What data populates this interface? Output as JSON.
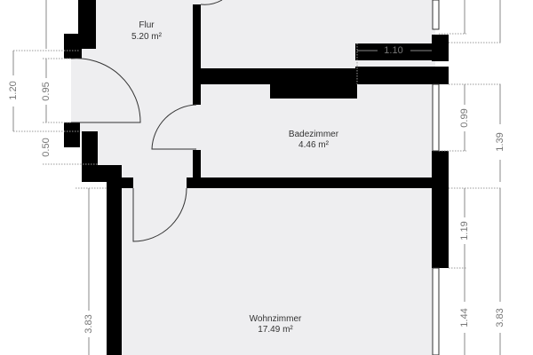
{
  "floorplan": {
    "colors": {
      "floor": "#eeeef0",
      "wall": "#000000",
      "dimension": "#888888"
    },
    "rooms": [
      {
        "name": "Flur",
        "area": "5.20 m²"
      },
      {
        "name": "Badezimmer",
        "area": "4.46 m²"
      },
      {
        "name": "Wohnzimmer",
        "area": "17.49 m²"
      }
    ],
    "dimensions": {
      "left_inner_095": "0.95",
      "left_outer_120": "1.20",
      "left_050": "0.50",
      "left_383": "3.83",
      "top_110": "1.10",
      "right_inner_099": "0.99",
      "right_outer_139": "1.39",
      "right_inner_119": "1.19",
      "right_inner_144": "1.44",
      "right_outer_383": "3.83"
    }
  }
}
